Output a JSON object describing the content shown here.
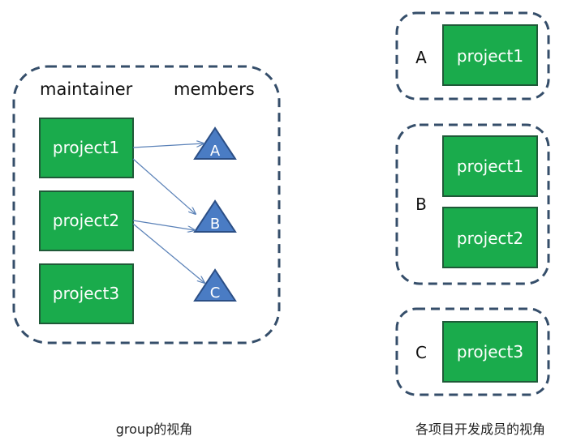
{
  "colors": {
    "project_fill": "#1aab4c",
    "project_stroke": "#1f5a38",
    "member_fill": "#4a7cc4",
    "member_stroke": "#2b4e85",
    "dashed_border": "#354e6a",
    "arrow": "#5b82b8"
  },
  "group_view": {
    "heading_maintainer": "maintainer",
    "heading_members": "members",
    "projects": [
      "project1",
      "project2",
      "project3"
    ],
    "members": [
      "A",
      "B",
      "C"
    ],
    "caption": "group的视角"
  },
  "developer_view": {
    "groups": [
      {
        "member": "A",
        "projects": [
          "project1"
        ]
      },
      {
        "member": "B",
        "projects": [
          "project1",
          "project2"
        ]
      },
      {
        "member": "C",
        "projects": [
          "project3"
        ]
      }
    ],
    "caption": "各项目开发成员的视角"
  }
}
